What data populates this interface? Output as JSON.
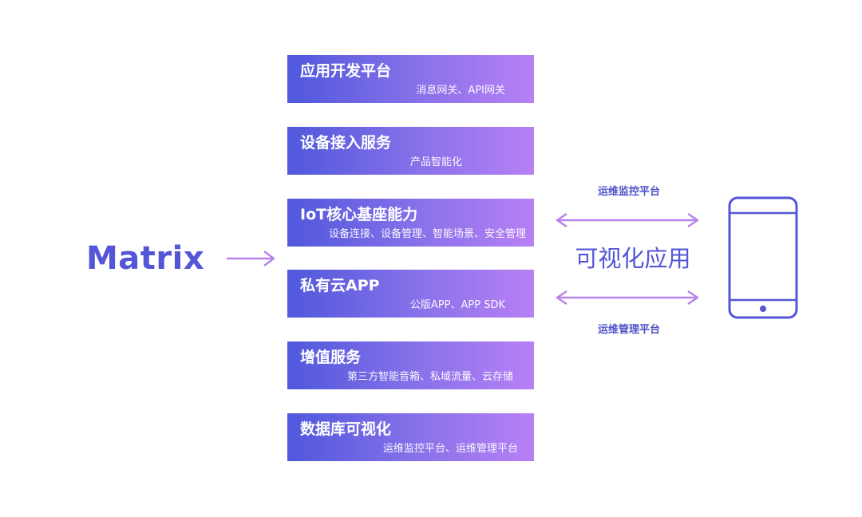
{
  "source": {
    "label": "Matrix"
  },
  "stack": [
    {
      "title": "应用开发平台",
      "subtitle": "消息网关、API网关"
    },
    {
      "title": "设备接入服务",
      "subtitle": "产品智能化"
    },
    {
      "title": "IoT核心基座能力",
      "subtitle": "设备连接、设备管理、智能场景、安全管理"
    },
    {
      "title": "私有云APP",
      "subtitle": "公版APP、APP SDK"
    },
    {
      "title": "增值服务",
      "subtitle": "第三方智能音箱、私域流量、云存储"
    },
    {
      "title": "数据库可视化",
      "subtitle": "运维监控平台、运维管理平台"
    }
  ],
  "target": {
    "label": "可视化应用",
    "top_link_label": "运维监控平台",
    "bottom_link_label": "运维管理平台",
    "device_icon": "smartphone-icon"
  },
  "colors": {
    "brand_blue": "#5356d6",
    "gradient_start": "#4f58dc",
    "gradient_end": "#b880f5",
    "arrow_purple": "#b784ec"
  }
}
